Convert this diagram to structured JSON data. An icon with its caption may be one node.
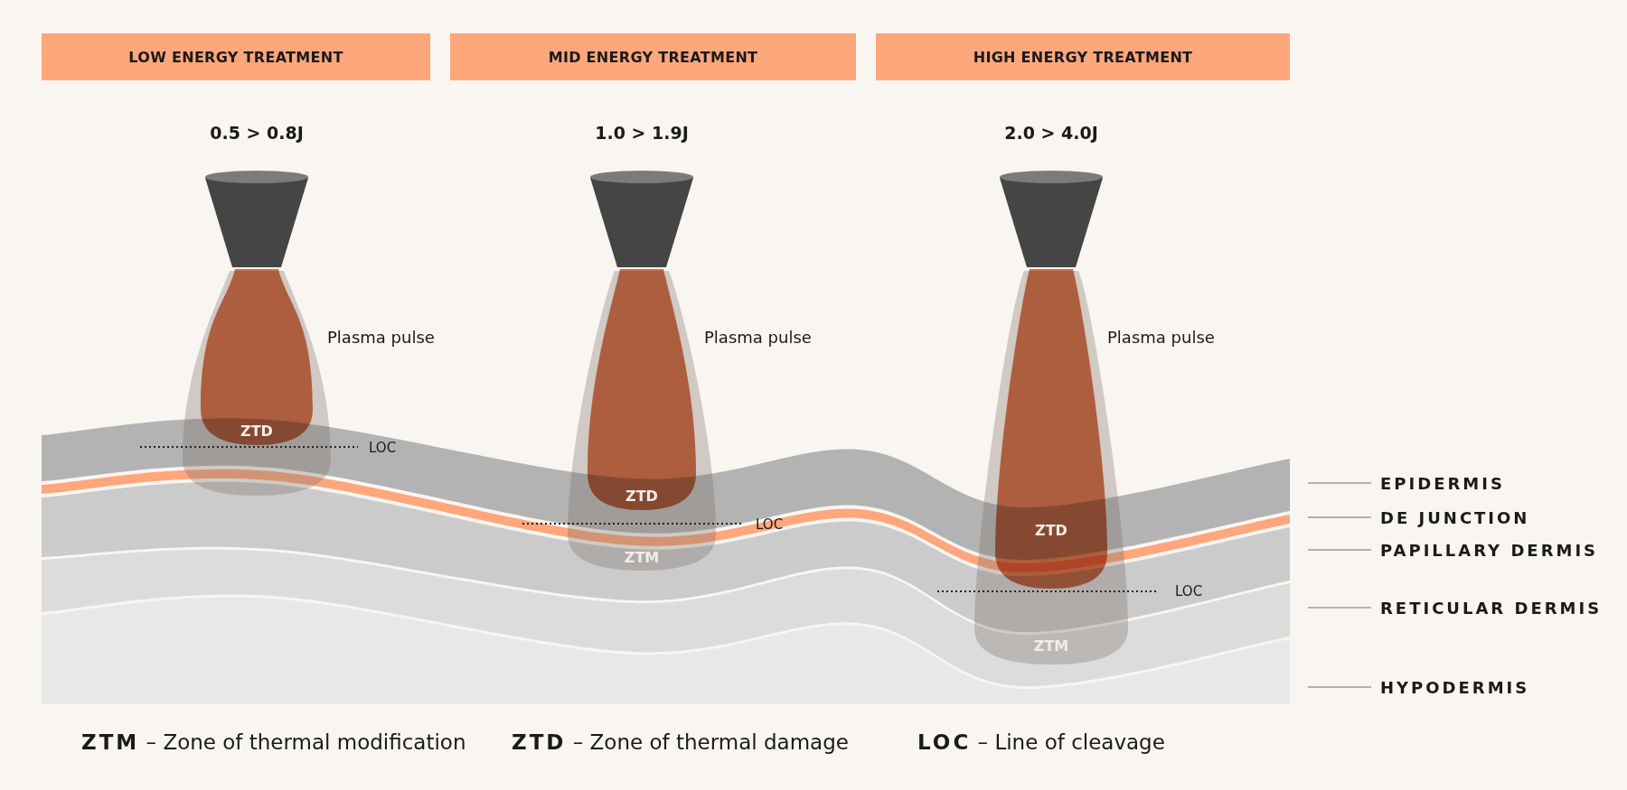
{
  "diagram": {
    "nodes": [
      {
        "text": [
          "LOW ENERGY TREATMENT"
        ]
      },
      {
        "text": [
          "MID ENERGY TREATMENT"
        ]
      },
      {
        "text": [
          "HIGH ENERGY TREATMENT"
        ]
      },
      {
        "text": [
          "EPIDERMIS"
        ]
      },
      {
        "text": [],
        "shape": "band"
      },
      {
        "text": [
          "DE JUNCTION"
        ]
      },
      {
        "text": [],
        "shape": "band"
      },
      {
        "text": [
          "PAPILLARY DERMIS"
        ]
      },
      {
        "text": [],
        "shape": "band"
      },
      {
        "text": [
          "RETICULAR DERMIS"
        ]
      },
      {
        "text": [],
        "shape": "band"
      },
      {
        "text": [
          "HYPODERMIS"
        ]
      },
      {
        "text": [],
        "shape": "band"
      }
    ],
    "edges": [
      {
        "from": 3,
        "to": 4,
        "arrow": "none"
      },
      {
        "from": 5,
        "to": 6,
        "arrow": "none"
      },
      {
        "from": 7,
        "to": 8,
        "arrow": "none"
      },
      {
        "from": 9,
        "to": 10,
        "arrow": "none"
      },
      {
        "from": 11,
        "to": 12,
        "arrow": "none"
      }
    ],
    "labels": [
      "0.5 > 0.8J",
      "Plasma pulse",
      "ZTD",
      "LOC",
      "1.0 > 1.9J",
      "Plasma pulse",
      "ZTD",
      "LOC",
      "ZTM",
      "2.0 > 4.0J",
      "Plasma pulse",
      "ZTD",
      "LOC",
      "ZTM",
      "**ZTM** – Zone of thermal modification",
      "**ZTD** – Zone of thermal damage",
      "**LOC** – Line of cleavage"
    ]
  }
}
